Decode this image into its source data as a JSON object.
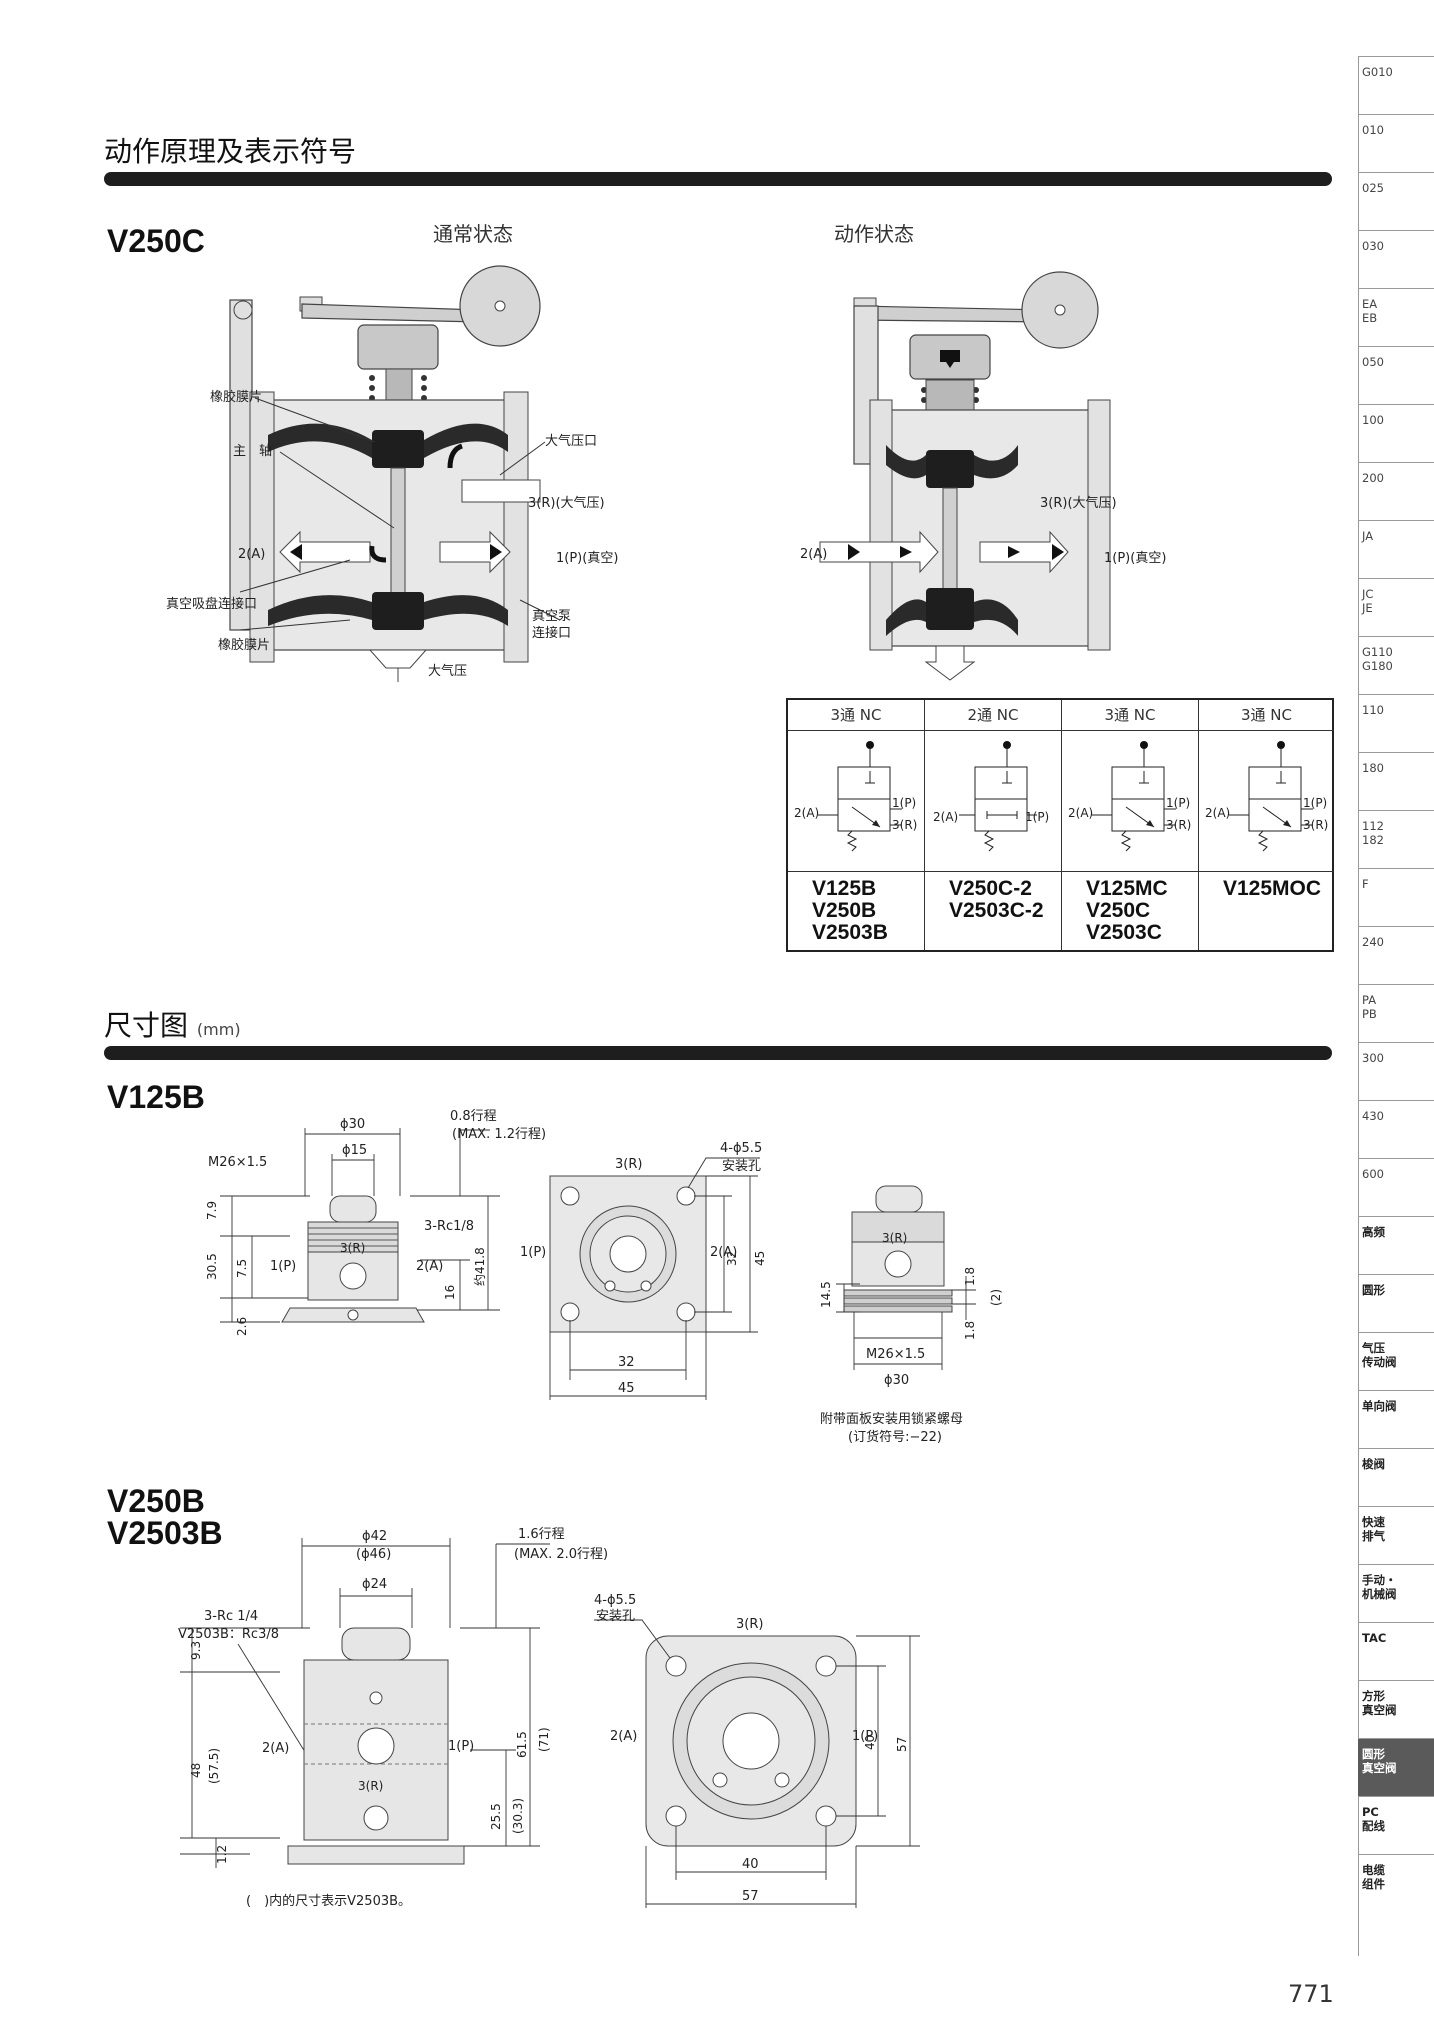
{
  "sections": {
    "principle_title": "动作原理及表示符号",
    "dimensions_title": "尺寸图",
    "dimensions_unit": "(mm)"
  },
  "v250c": {
    "model": "V250C",
    "state_normal": "通常状态",
    "state_active": "动作状态",
    "labels": {
      "rubber_diaphragm_top": "橡胶膜片",
      "main_shaft": "主　轴",
      "atm_port": "大气压口",
      "port3": "3(R)(大气压)",
      "port2": "2(A)",
      "port1": "1(P)(真空)",
      "suction_port": "真空吸盘连接口",
      "pump_port_line1": "真空泵",
      "pump_port_line2": "连接口",
      "rubber_diaphragm_bottom": "橡胶膜片",
      "atm": "大气压"
    },
    "labels_active": {
      "port3": "3(R)(大气压)",
      "port2": "2(A)",
      "port1": "1(P)(真空)"
    }
  },
  "symbol_table": [
    {
      "type": "3通 NC",
      "models": [
        "V125B",
        "V250B",
        "V2503B"
      ],
      "ports": [
        "2(A)",
        "1(P)",
        "3(R)"
      ]
    },
    {
      "type": "2通 NC",
      "models": [
        "V250C-2",
        "V2503C-2"
      ],
      "ports": [
        "2(A)",
        "1(P)"
      ]
    },
    {
      "type": "3通 NC",
      "models": [
        "V125MC",
        "V250C",
        "V2503C"
      ],
      "ports": [
        "2(A)",
        "1(P)",
        "3(R)"
      ]
    },
    {
      "type": "3通 NC",
      "models": [
        "V125MOC"
      ],
      "ports": [
        "2(A)",
        "1(P)",
        "3(R)"
      ]
    }
  ],
  "v125b": {
    "model": "V125B",
    "dims": {
      "phi30": "ϕ30",
      "phi15": "ϕ15",
      "stroke": "0.8行程",
      "stroke_max": "(MAX. 1.2行程)",
      "m26": "M26×1.5",
      "d79": "7.9",
      "d305": "30.5",
      "d75": "7.5",
      "d26": "2.6",
      "port3": "3(R)",
      "port1": "1(P)",
      "port2": "2(A)",
      "rc": "3-Rc1/8",
      "d418": "约41.8",
      "d16": "16",
      "holes": "4-ϕ5.5",
      "holes_note": "安装孔",
      "top_port3": "3(R)",
      "top_port1": "1(P)",
      "top_port2": "2(A)",
      "d32v": "32",
      "d45v": "45",
      "d32h": "32",
      "d45h": "45",
      "side_d145": "14.5",
      "side_d18a": "1.8",
      "side_d2": "(2)",
      "side_d18b": "1.8",
      "side_m26": "M26×1.5",
      "side_phi30": "ϕ30",
      "side_port3": "3(R)",
      "nut_note": "附带面板安装用锁紧螺母",
      "nut_code": "(订货符号:−22)"
    }
  },
  "v250b": {
    "model_line1": "V250B",
    "model_line2": "V2503B",
    "dims": {
      "phi42": "ϕ42",
      "phi46": "(ϕ46)",
      "phi24": "ϕ24",
      "stroke": "1.6行程",
      "stroke_max": "(MAX. 2.0行程)",
      "rc1": "3-Rc 1/4",
      "rc2": "V2503B：Rc3/8",
      "d93": "9.3",
      "d48": "48",
      "d575": "(57.5)",
      "d12": "1.2",
      "port2": "2(A)",
      "port1": "1(P)",
      "port3": "3(R)",
      "d615": "61.5",
      "d71": "(71)",
      "d255": "25.5",
      "d303": "(30.3)",
      "holes": "4-ϕ5.5",
      "holes_note": "安装孔",
      "top_port3": "3(R)",
      "top_port2": "2(A)",
      "top_port1": "1(P)",
      "d40v": "40",
      "d57v": "57",
      "d40h": "40",
      "d57h": "57",
      "footnote": "(　)内的尺寸表示V2503B。"
    }
  },
  "side_tabs": [
    "G010",
    "010",
    "025",
    "030",
    "EA\nEB",
    "050",
    "100",
    "200",
    "JA",
    "JC\nJE",
    "G110\nG180",
    "110",
    "180",
    "112\n182",
    "F",
    "240",
    "PA\nPB",
    "300",
    "430",
    "600",
    "高频",
    "圆形",
    "气压\n传动阀",
    "单向阀",
    "梭阀",
    "快速\n排气",
    "手动・\n机械阀",
    "TAC",
    "方形\n真空阀",
    "圆形\n真空阀",
    "PC\n配线",
    "电缆\n组件"
  ],
  "active_tab": "圆形\n真空阀",
  "page_number": "771",
  "colors": {
    "bar": "#1e1e1e",
    "tab_active": "#5a5a5a",
    "body_fill": "#e6e6e6",
    "dark_part": "#2a2a2a"
  }
}
